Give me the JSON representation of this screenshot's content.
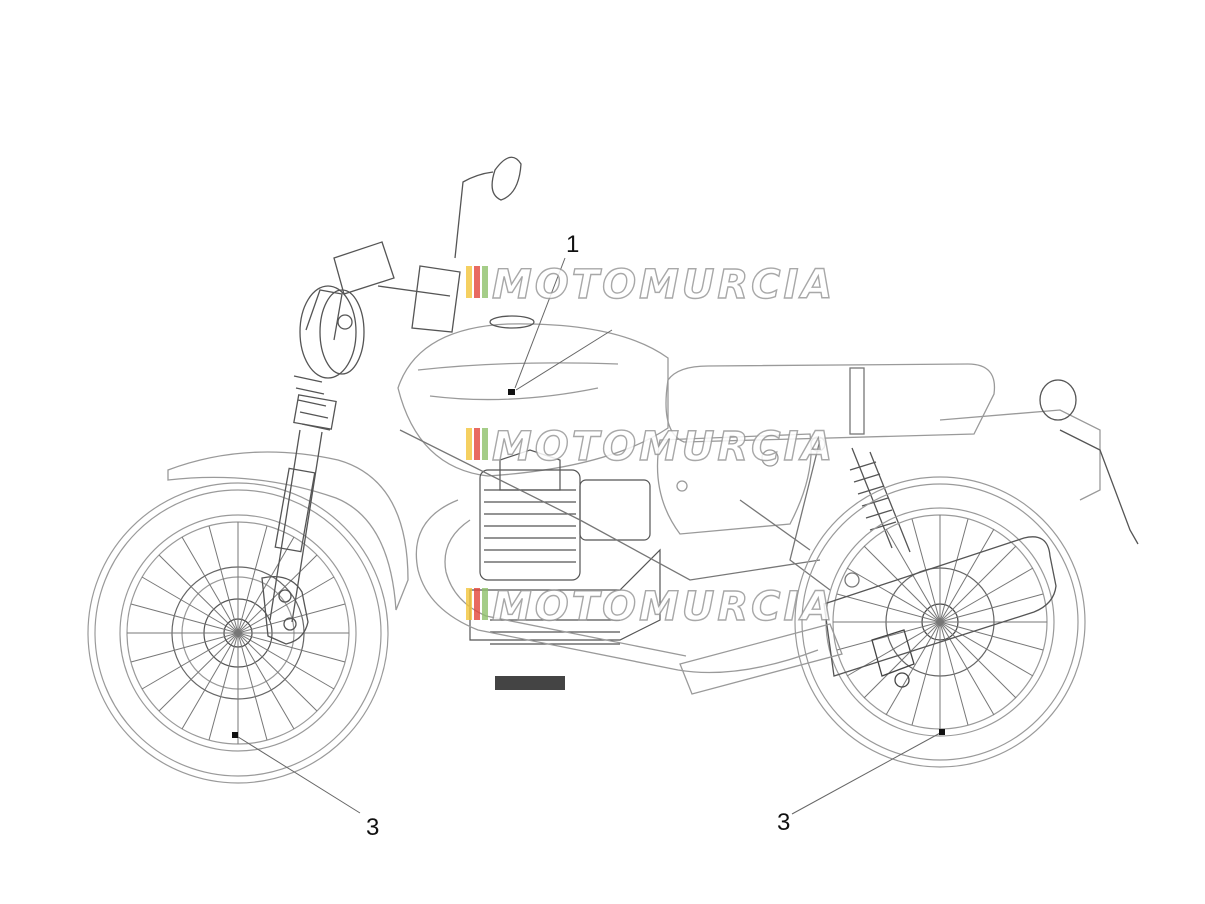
{
  "callouts": [
    {
      "number": "1"
    },
    {
      "number": "3"
    },
    {
      "number": "3"
    }
  ],
  "watermark": {
    "text": "MOTOMURCIA",
    "colors": [
      "#f2c43a",
      "#e2453a",
      "#8fc06a",
      "#e2453a"
    ]
  },
  "colors": {
    "line": "#9a9a9a",
    "line_dark": "#555555",
    "callout": "#111111"
  }
}
